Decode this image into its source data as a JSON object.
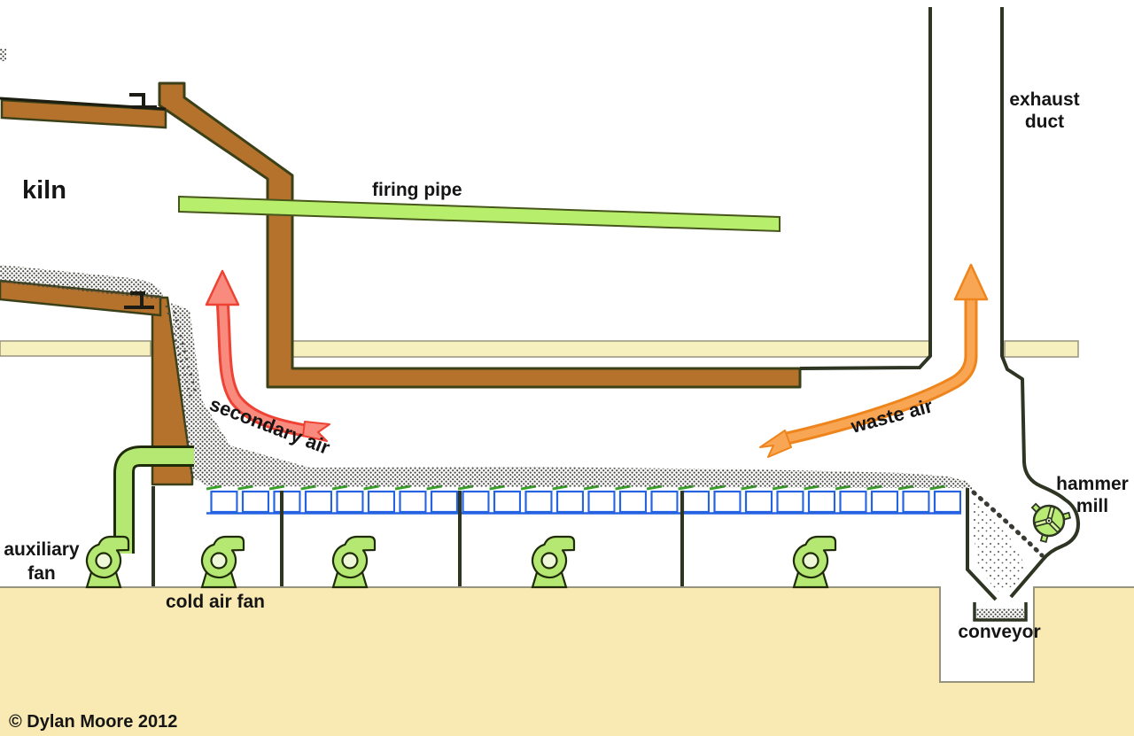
{
  "diagram": {
    "type": "grate-clinker-cooler-schematic",
    "labels": {
      "kiln": "kiln",
      "firing_pipe": "firing pipe",
      "exhaust_duct_line1": "exhaust",
      "exhaust_duct_line2": "duct",
      "secondary_air": "secondary air",
      "waste_air": "waste air",
      "auxiliary_fan_line1": "auxiliary",
      "auxiliary_fan_line2": "fan",
      "cold_air_fan": "cold air fan",
      "hammer_mill_line1": "hammer",
      "hammer_mill_line2": "mill",
      "conveyor": "conveyor",
      "copyright": "© Dylan Moore 2012"
    },
    "colors": {
      "kiln_brown": "#b5722d",
      "outline_dark": "#2e3522",
      "wall_band_cream": "#f6f0bf",
      "ground_tan": "#f9e9b2",
      "fan_pipe_green": "#b4e873",
      "firing_pipe_green": "#b7ef6d",
      "grate_blue": "#2563e2",
      "grate_plate_green": "#3ba32c",
      "secondary_air_red": "#ee4334",
      "waste_air_orange": "#ee851c",
      "clinker_stipple": "#4a4a44",
      "text": "#151515"
    },
    "fan_count_cold_air": 4,
    "fan_count_auxiliary": 1
  }
}
